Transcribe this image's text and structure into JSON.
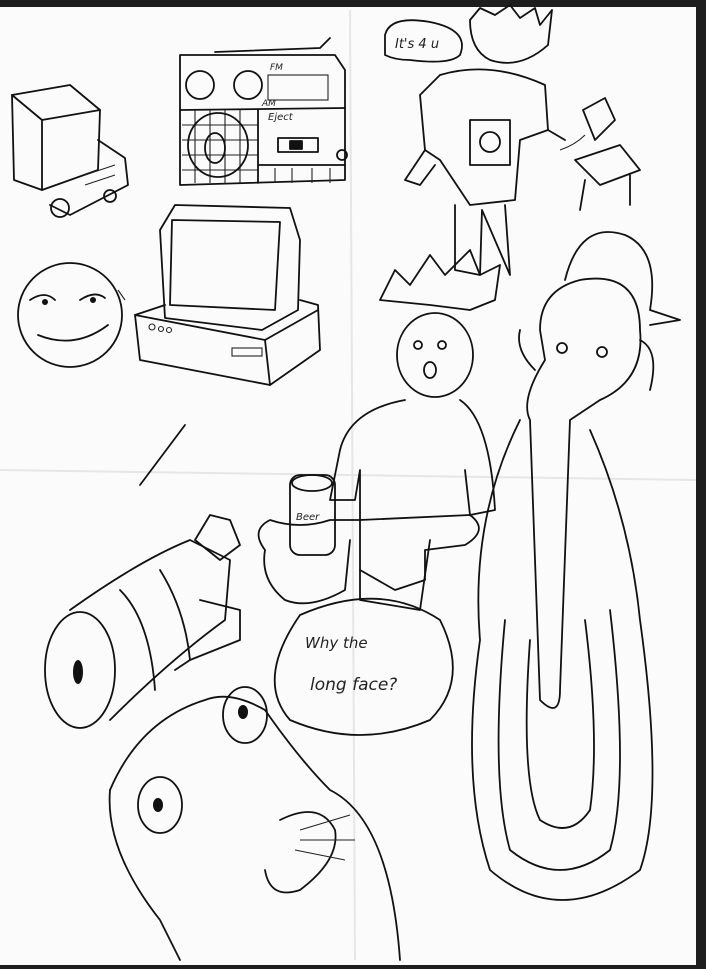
{
  "speech_bubbles": {
    "top": "It's 4 u",
    "bottom_line1": "Why the",
    "bottom_line2": "long face?"
  },
  "radio": {
    "band_fm": "FM",
    "band_am": "AM",
    "eject": "Eject"
  },
  "can_label": "Beer"
}
